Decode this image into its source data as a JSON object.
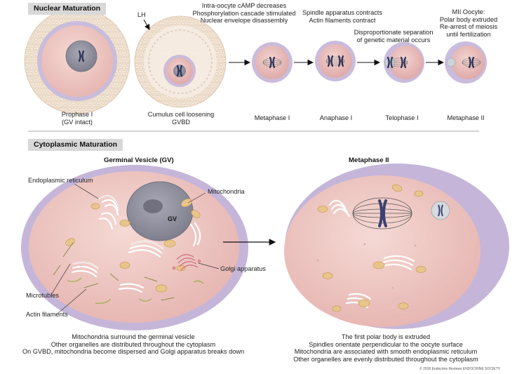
{
  "nuclear": {
    "header": "Nuclear Maturation",
    "lh_label": "LH",
    "note_camp": [
      "Intra-oocyte cAMP decreases",
      "Phosphorylation cascade stimulated",
      "Nuclear envelope disassembly"
    ],
    "note_spindle": [
      "Spindle apparatus contracts",
      "Actin filaments contract"
    ],
    "note_separation": [
      "Disproportionate separation",
      "of genetic material occurs"
    ],
    "note_mii": [
      "MII Oocyte:",
      "Polar body extruded",
      "Re-arrest of meiosis",
      "until fertilization"
    ],
    "stages": {
      "prophase": [
        "Prophase I",
        "(GV intact)"
      ],
      "gvbd": [
        "Cumulus cell loosening",
        "GVBD"
      ],
      "metaphase1": "Metaphase I",
      "anaphase1": "Anaphase I",
      "telophase1": "Telophase I",
      "metaphase2": "Metaphase II"
    }
  },
  "cytoplasmic": {
    "header": "Cytoplasmic Maturation",
    "gv_title": "Germinal Vesicle (GV)",
    "mii_title": "Metaphase II",
    "gv_label": "GV",
    "labels": {
      "er": "Endoplasmic reticulum",
      "mito": "Mitochondria",
      "golgi": "Golgi apparatus",
      "microtubles": "Microtubles",
      "actin": "Actin filaments"
    },
    "gv_caption": [
      "Mitochondria surround the germinal vesicle",
      "Other organelles are distributed throughout the cytoplasm",
      "On GVBD, mitochondria become dispersed and Golgi apparatus breaks down"
    ],
    "mii_caption": [
      "The first polar body is extruded",
      "Spindles orientate perpendicular to the oocyte surface",
      "Mitochondria are associated with smooth endoplasmic reticulum",
      "Other organelles are evenly distributed throughout the cytoplasm"
    ]
  },
  "copyright": "© 2018 Endocrine Reviews ENDOCRINE SOCIETY",
  "colors": {
    "cytoplasm": "#ecc2be",
    "zona": "#c5b6d9",
    "cumulus": "#f2e4d4",
    "nucleus": "#8d8e9c",
    "mitochondria": "#e8c58b",
    "header_bg": "#d8d8d8"
  }
}
